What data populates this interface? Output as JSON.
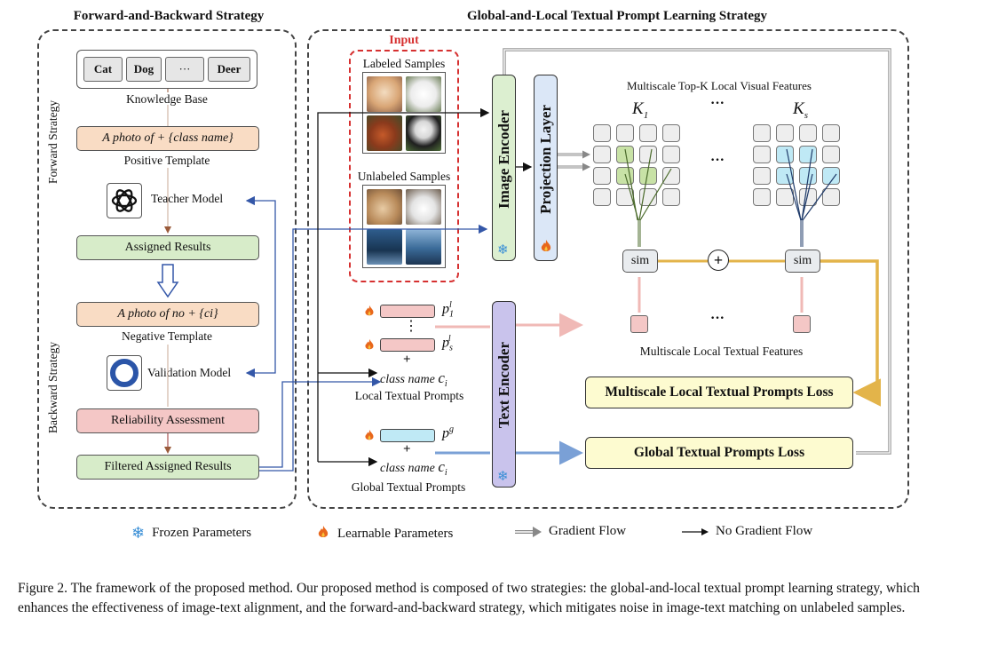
{
  "sections": {
    "left_title": "Forward-and-Backward Strategy",
    "right_title": "Global-and-Local Textual Prompt Learning Strategy"
  },
  "left": {
    "kb_items": [
      "Cat",
      "Dog",
      "···",
      "Deer"
    ],
    "knowledge_base": "Knowledge Base",
    "positive_prompt": "A photo of + {class name}",
    "positive_template": "Positive Template",
    "teacher_model": "Teacher Model",
    "assigned_results": "Assigned Results",
    "negative_prompt": "A photo of no + {ci}",
    "negative_template": "Negative Template",
    "validation_model": "Validation Model",
    "reliability": "Reliability Assessment",
    "filtered": "Filtered Assigned Results",
    "forward_label": "Forward Strategy",
    "backward_label": "Backward Strategy"
  },
  "right": {
    "input_label": "Input",
    "labeled": "Labeled Samples",
    "unlabeled": "Unlabeled Samples",
    "image_encoder": "Image Encoder",
    "projection_layer": "Projection Layer",
    "text_encoder": "Text Encoder",
    "visual_features_title": "Multiscale Top-K Local Visual Features",
    "k1": "K1",
    "ks": "Ks",
    "ellipsis": "···",
    "sim": "sim",
    "plus": "+",
    "textual_features_title": "Multiscale Local Textual Features",
    "p1": "p1l",
    "ps": "psl",
    "pg": "pg",
    "vdots": "⋮",
    "class_name": "class name ci",
    "local_prompts": "Local Textual Prompts",
    "global_prompts": "Global Textual Prompts",
    "local_loss": "Multiscale Local Textual Prompts Loss",
    "global_loss": "Global Textual Prompts Loss"
  },
  "legend": {
    "frozen": "Frozen Parameters",
    "learnable": "Learnable Parameters",
    "gradient": "Gradient Flow",
    "no_gradient": "No Gradient Flow"
  },
  "caption": "Figure 2. The framework of the proposed method. Our proposed method is composed of two strategies: the global-and-local textual prompt learning strategy, which enhances the effectiveness of image-text alignment, and the forward-and-backward strategy, which mitigates noise in image-text matching on unlabeled samples.",
  "colors": {
    "input_dashed": "#d63030",
    "image_encoder": "#dcefd0",
    "projection": "#dbe7f7",
    "text_encoder": "#c9c3ec",
    "loss_fill": "#fdfbd0",
    "gradient_arrow": "#999999",
    "feature_green": "#c8e2a6",
    "feature_blue": "#bfe9f5"
  },
  "icons": {
    "frozen": "snowflake-icon",
    "learnable": "flame-icon",
    "teacher": "openai-logo-icon",
    "validation": "ring-logo-icon"
  }
}
